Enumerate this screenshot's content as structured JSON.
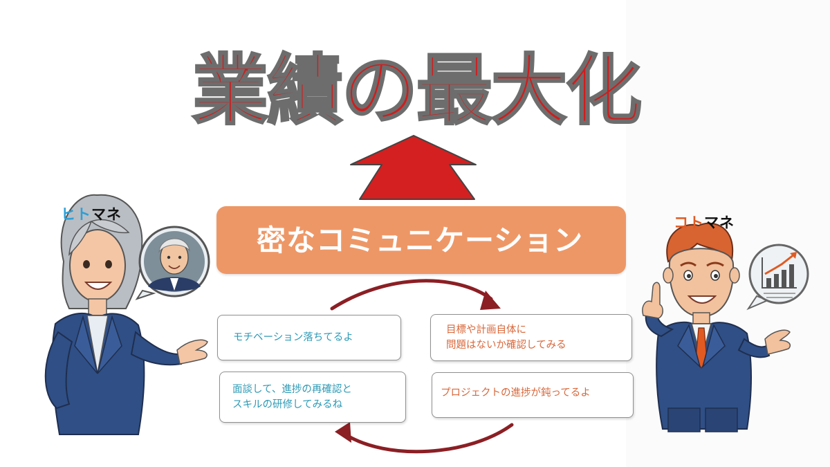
{
  "title": "業績の最大化",
  "center_banner": "密なコミュニケーション",
  "left_person": {
    "label_highlight": "ヒト",
    "label_rest": "マネ",
    "highlight_color": "#2d9fd5"
  },
  "right_person": {
    "label_highlight": "コト",
    "label_rest": "マネ",
    "highlight_color": "#e05a22"
  },
  "bubbles": {
    "top_left": "モチベーション落ちてるよ",
    "top_right": "目標や計画自体に\n問題はないか確認してみる",
    "bottom_right": "プロジェクトの進捗が鈍ってるよ",
    "bottom_left": "面談して、進捗の再確認と\nスキルの研修してみるね"
  },
  "colors": {
    "title_red": "#d11c1c",
    "arrow_red": "#d42020",
    "banner_orange": "#ee9766",
    "cycle_arrow": "#8b1f24",
    "teal_text": "#2d9ab6",
    "orange_text": "#d8673a"
  },
  "icons": {
    "left_thought": "elderly-man-avatar-icon",
    "right_thought": "bar-chart-growth-icon"
  }
}
